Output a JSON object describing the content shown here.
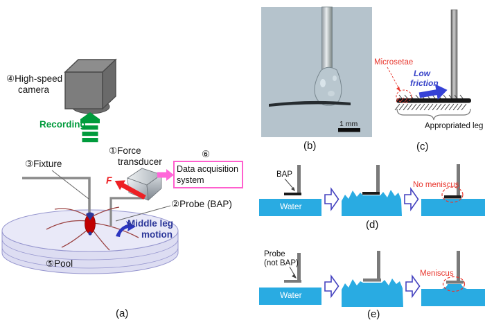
{
  "figure": {
    "panels": {
      "a": {
        "letter": "(a)",
        "camera_label_1": "④High-speed",
        "camera_label_2": "camera",
        "recording_label": "Recording",
        "force_transducer_1": "①Force",
        "force_transducer_2": "transducer",
        "force_symbol": "F",
        "daq_number": "⑥",
        "daq_line1": "Data acquisition",
        "daq_line2": "system",
        "fixture_label": "③Fixture",
        "probe_label": "②Probe (BAP)",
        "middle_leg_1": "Middle leg",
        "middle_leg_2": "motion",
        "pool_label": "⑤Pool"
      },
      "b": {
        "letter": "(b)",
        "scale_label": "1 mm"
      },
      "c": {
        "letter": "(c)",
        "microsetae_label": "Microsetae",
        "low_friction_1": "Low",
        "low_friction_2": "friction",
        "appropriated_leg_label": "Appropriated leg"
      },
      "d": {
        "letter": "(d)",
        "bap_label": "BAP",
        "water_label": "Water",
        "no_meniscus_label": "No meniscus"
      },
      "e": {
        "letter": "(e)",
        "probe_label_1": "Probe",
        "probe_label_2": "(not BAP)",
        "water_label": "Water",
        "meniscus_label": "Meniscus"
      }
    },
    "colors": {
      "water": "#29ABE2",
      "recording_green": "#009B3C",
      "force_red": "#ED2024",
      "annotation_red": "#E8362D",
      "label_blue": "#2B3699",
      "arrow_blue": "#3642D6",
      "open_arrow_outline": "#4341BF",
      "daq_pink": "#FF5FCE",
      "pool_fill": "#E9E9F8",
      "pool_stroke": "#9595CE",
      "rod_gray": "#8A8A8A",
      "photo_background": "#B5C3CC"
    }
  }
}
